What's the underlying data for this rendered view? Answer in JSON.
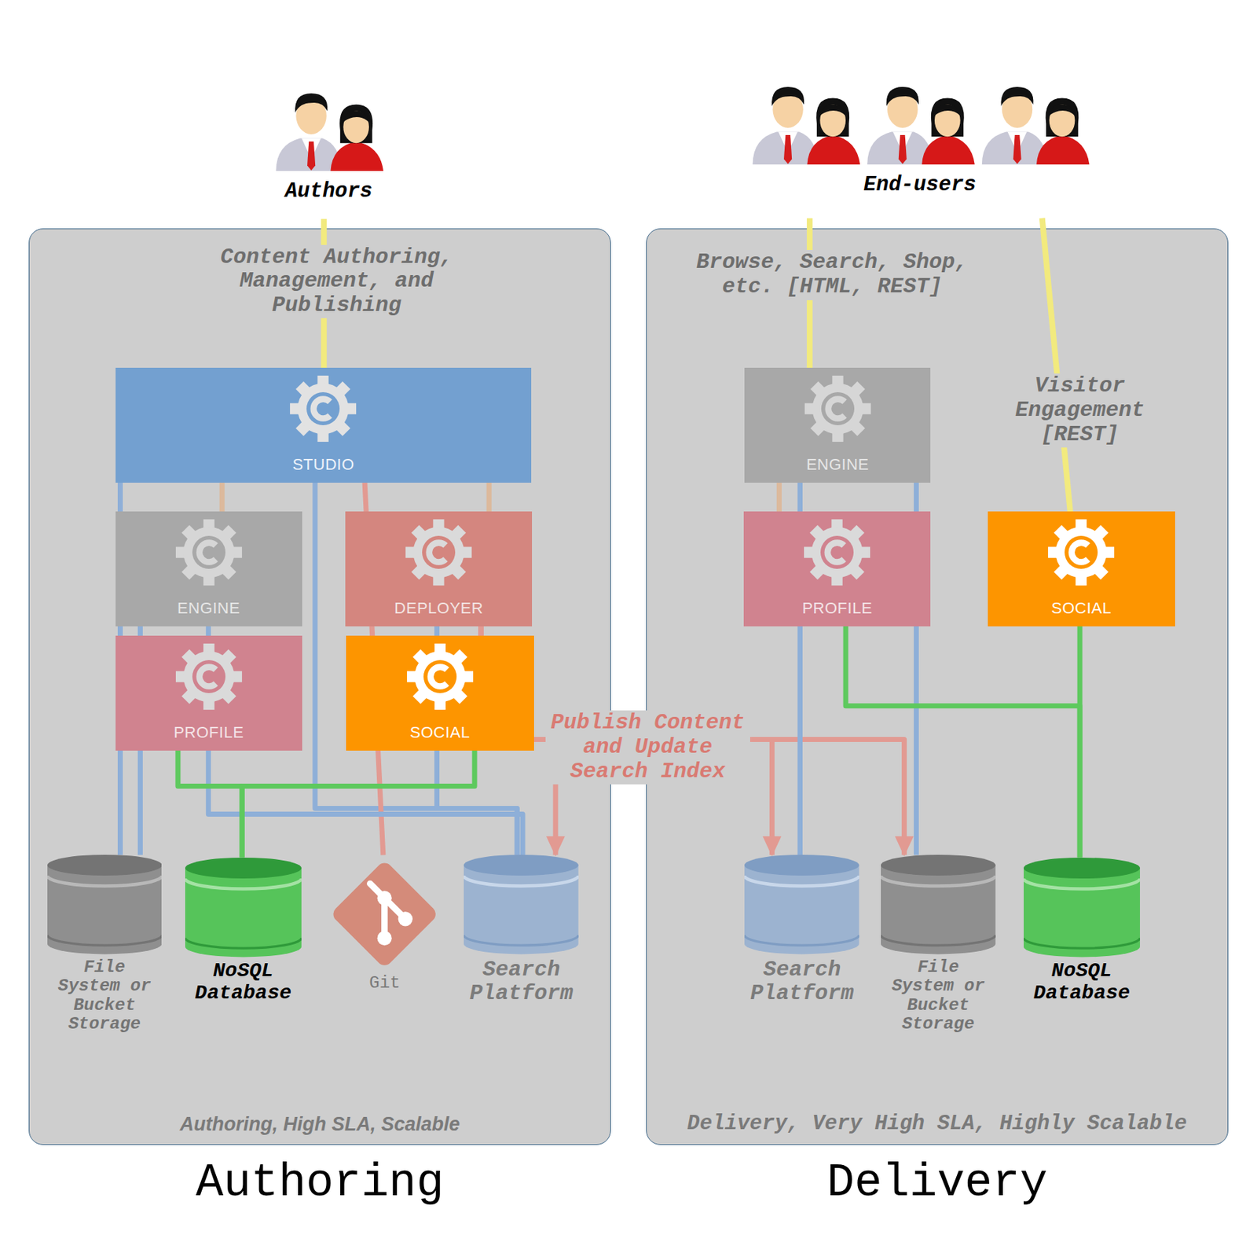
{
  "diagram": {
    "nodes": [
      {
        "text": [
          "Authors"
        ]
      },
      {
        "text": [
          "End-users"
        ]
      },
      {
        "text": [
          "Authoring, High SLA, Scalable",
          "Authoring"
        ]
      },
      {
        "text": [
          "STUDIO"
        ],
        "in": 2
      },
      {
        "text": [
          "ENGINE"
        ],
        "in": 2
      },
      {
        "text": [
          "DEPLOYER"
        ],
        "in": 2
      },
      {
        "text": [
          "PROFILE"
        ],
        "in": 2
      },
      {
        "text": [
          "SOCIAL"
        ],
        "in": 2
      },
      {
        "text": [
          "File System or Bucket Storage"
        ],
        "in": 2
      },
      {
        "text": [
          "NoSQL Database"
        ],
        "in": 2
      },
      {
        "text": [
          "Git"
        ],
        "in": 2
      },
      {
        "text": [
          "Search Platform"
        ],
        "in": 2
      },
      {
        "text": [
          "Delivery, Very High SLA, Highly Scalable",
          "Delivery"
        ]
      },
      {
        "text": [
          "ENGINE"
        ],
        "in": 12
      },
      {
        "text": [
          "PROFILE"
        ],
        "in": 12
      },
      {
        "text": [
          "SOCIAL"
        ],
        "in": 12
      },
      {
        "text": [
          "Search Platform"
        ],
        "in": 12
      },
      {
        "text": [
          "File System or Bucket Storage"
        ],
        "in": 12
      },
      {
        "text": [
          "NoSQL Database"
        ],
        "in": 12
      }
    ],
    "edges": [
      {
        "from": 0,
        "to": 3,
        "arrow": "none",
        "label": "Content Authoring, Management, and Publishing"
      },
      {
        "from": 1,
        "to": 13,
        "arrow": "none",
        "label": "Browse, Search, Shop, etc. [HTML, REST]"
      },
      {
        "from": 1,
        "to": 15,
        "arrow": "none",
        "label": "Visitor Engagement [REST]"
      },
      {
        "from": 3,
        "to": 4,
        "arrow": "none"
      },
      {
        "from": 3,
        "to": 5,
        "arrow": "none"
      },
      {
        "from": 3,
        "to": 8,
        "arrow": "none"
      },
      {
        "from": 3,
        "to": 11,
        "arrow": "none"
      },
      {
        "from": 3,
        "to": 10,
        "arrow": "none"
      },
      {
        "from": 4,
        "to": 8,
        "arrow": "none"
      },
      {
        "from": 4,
        "to": 11,
        "arrow": "none"
      },
      {
        "from": 5,
        "to": 11,
        "arrow": "none"
      },
      {
        "from": 6,
        "to": 9,
        "arrow": "none"
      },
      {
        "from": 7,
        "to": 9,
        "arrow": "none"
      },
      {
        "from": 5,
        "to": 11,
        "arrow": "to"
      },
      {
        "from": 5,
        "to": 16,
        "arrow": "to",
        "label": "Publish Content and Update Search Index"
      },
      {
        "from": 5,
        "to": 17,
        "arrow": "to"
      },
      {
        "from": 13,
        "to": 14,
        "arrow": "none"
      },
      {
        "from": 13,
        "to": 16,
        "arrow": "none"
      },
      {
        "from": 13,
        "to": 17,
        "arrow": "none"
      },
      {
        "from": 14,
        "to": 18,
        "arrow": "none"
      },
      {
        "from": 15,
        "to": 18,
        "arrow": "none"
      }
    ]
  }
}
